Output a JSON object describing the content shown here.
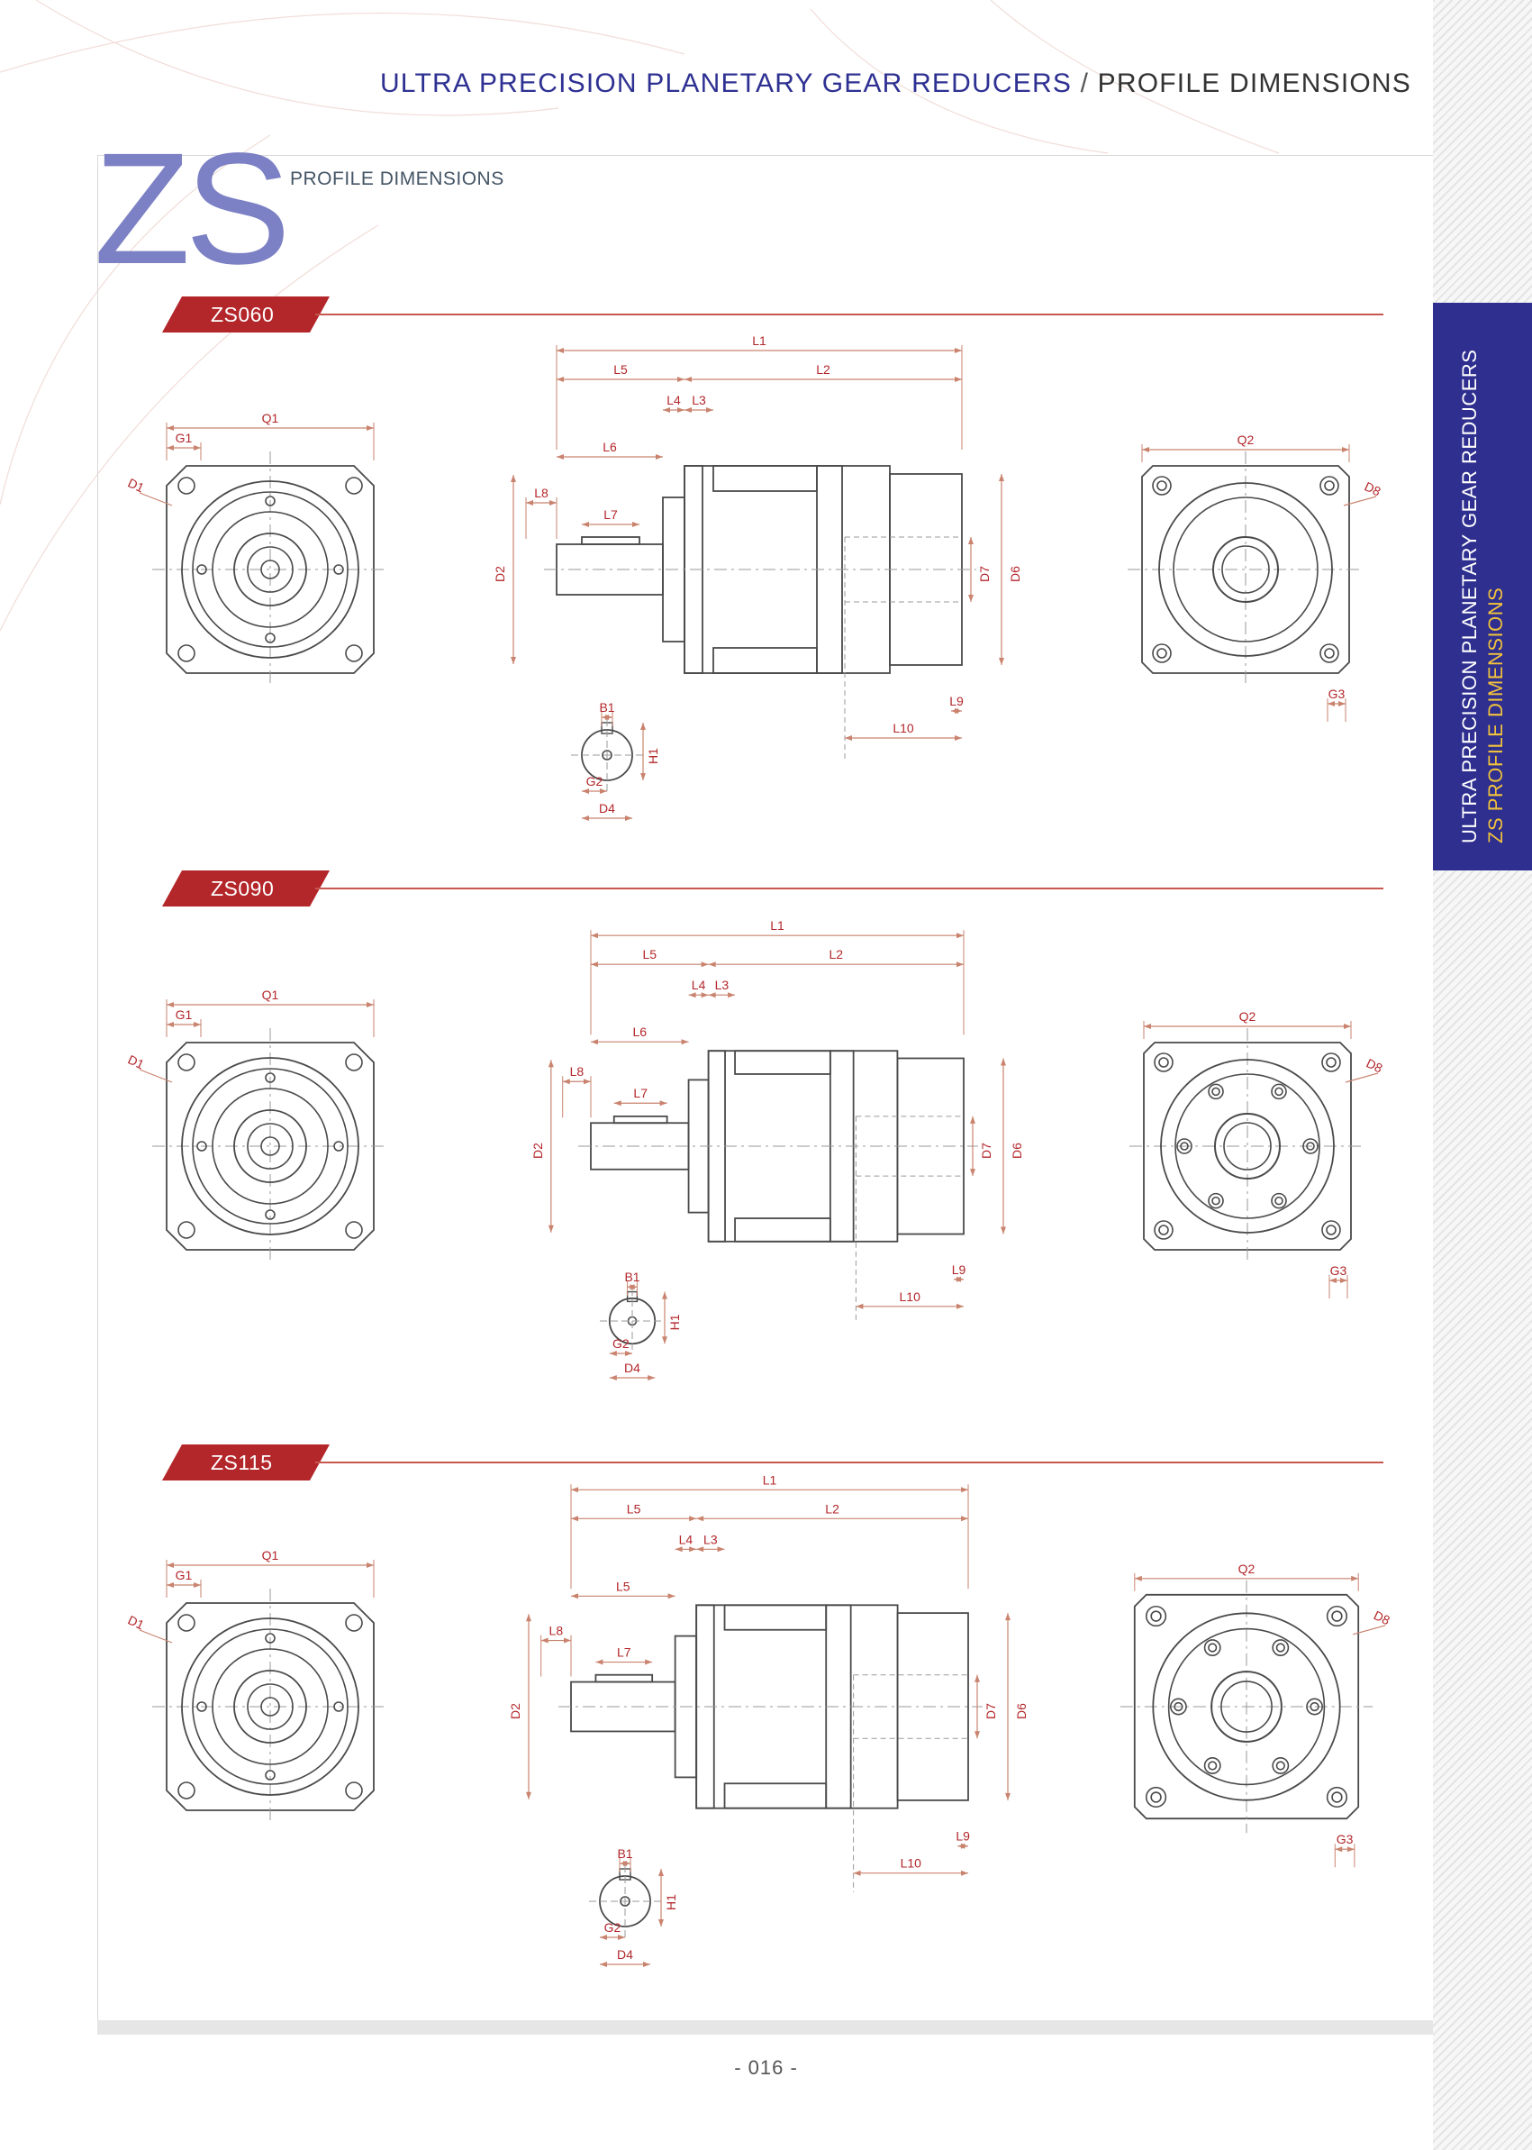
{
  "header": {
    "series": "ULTRA PRECISION PLANETARY GEAR REDUCERS",
    "separator": "/",
    "section": "PROFILE DIMENSIONS"
  },
  "logo": {
    "text": "ZS"
  },
  "page_label": "PROFILE DIMENSIONS",
  "side_tab": {
    "line1": "ULTRA PRECISION PLANETARY GEAR REDUCERS",
    "line2": "ZS PROFILE DIMENSIONS"
  },
  "models": [
    {
      "name": "ZS060",
      "front_labels": [
        "Q1",
        "G1",
        "D1"
      ],
      "side_labels": [
        "L1",
        "L5",
        "L2",
        "L4",
        "L3",
        "L6",
        "L8",
        "L7",
        "D2",
        "D7",
        "D6",
        "L10",
        "L9"
      ],
      "shaft_labels": [
        "B1",
        "H1",
        "G2",
        "D4"
      ],
      "rear_labels": [
        "Q2",
        "D8",
        "G3"
      ]
    },
    {
      "name": "ZS090",
      "front_labels": [
        "Q1",
        "G1",
        "D1"
      ],
      "side_labels": [
        "L1",
        "L5",
        "L2",
        "L4",
        "L3",
        "L6",
        "L8",
        "L7",
        "D2",
        "D7",
        "D6",
        "L10",
        "L9"
      ],
      "shaft_labels": [
        "B1",
        "H1",
        "G2",
        "D4"
      ],
      "rear_labels": [
        "Q2",
        "D8",
        "G3"
      ]
    },
    {
      "name": "ZS115",
      "front_labels": [
        "Q1",
        "G1",
        "D1"
      ],
      "side_labels": [
        "L1",
        "L5",
        "L2",
        "L4",
        "L3",
        "L5",
        "L8",
        "L7",
        "D2",
        "D7",
        "D6",
        "L10",
        "L9"
      ],
      "shaft_labels": [
        "B1",
        "H1",
        "G2",
        "D4"
      ],
      "rear_labels": [
        "Q2",
        "D8",
        "G3"
      ]
    }
  ],
  "page_number": "- 016 -",
  "colors": {
    "navy": "#2e3192",
    "red": "#b3262a",
    "dimension": "#c9836e",
    "sidetab": "#2e2f8f",
    "sidetab_text2": "#f2c23c"
  }
}
